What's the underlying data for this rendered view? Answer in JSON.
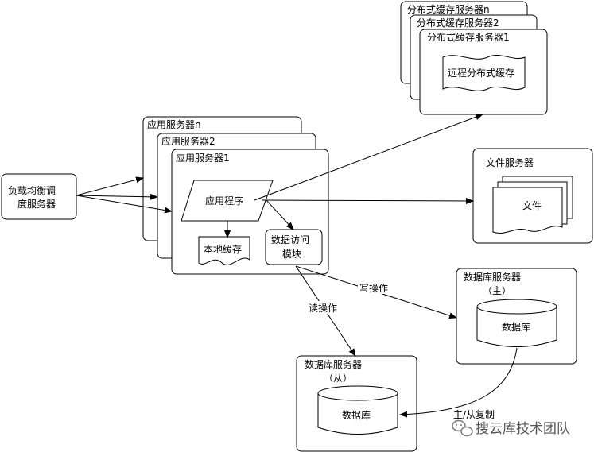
{
  "diagram": {
    "load_balancer": "负载均衡调度服务器",
    "app_servers": [
      "应用服务器n",
      "应用服务器2",
      "应用服务器1"
    ],
    "app_program": "应用程序",
    "local_cache": "本地缓存",
    "data_access_module": "数据访问模块",
    "cache_servers": [
      "分布式缓存服务器n",
      "分布式缓存服务器2",
      "分布式缓存服务器1"
    ],
    "remote_cache": "远程分布式缓存",
    "file_server": "文件服务器",
    "file": "文件",
    "db_master_server": "数据库服务器",
    "db_master_role": "（主）",
    "db_master": "数据库",
    "db_slave_server": "数据库服务器",
    "db_slave_role": "（从）",
    "db_slave": "数据库",
    "write_op": "写操作",
    "read_op": "读操作",
    "replication": "主/从复制"
  },
  "watermark": "搜云库技术团队"
}
